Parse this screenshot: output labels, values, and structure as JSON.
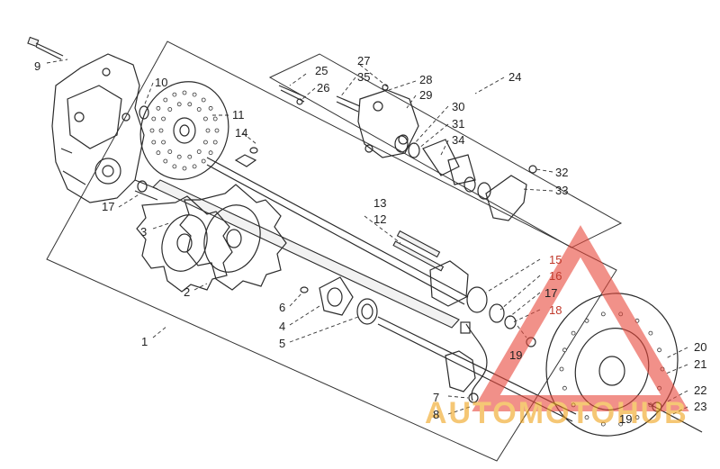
{
  "callouts": [
    {
      "id": "c1",
      "text": "1"
    },
    {
      "id": "c2",
      "text": "2"
    },
    {
      "id": "c3",
      "text": "3"
    },
    {
      "id": "c4",
      "text": "4"
    },
    {
      "id": "c5",
      "text": "5"
    },
    {
      "id": "c6",
      "text": "6"
    },
    {
      "id": "c7",
      "text": "7"
    },
    {
      "id": "c8",
      "text": "8"
    },
    {
      "id": "c9",
      "text": "9"
    },
    {
      "id": "c10",
      "text": "10"
    },
    {
      "id": "c11",
      "text": "11"
    },
    {
      "id": "c12",
      "text": "12"
    },
    {
      "id": "c13",
      "text": "13"
    },
    {
      "id": "c14",
      "text": "14"
    },
    {
      "id": "c15",
      "text": "15"
    },
    {
      "id": "c16",
      "text": "16"
    },
    {
      "id": "c17",
      "text": "17"
    },
    {
      "id": "c17b",
      "text": "17"
    },
    {
      "id": "c18",
      "text": "18"
    },
    {
      "id": "c19a",
      "text": "19"
    },
    {
      "id": "c19b",
      "text": "19"
    },
    {
      "id": "c20",
      "text": "20"
    },
    {
      "id": "c21",
      "text": "21"
    },
    {
      "id": "c22",
      "text": "22"
    },
    {
      "id": "c23",
      "text": "23"
    },
    {
      "id": "c24",
      "text": "24"
    },
    {
      "id": "c25",
      "text": "25"
    },
    {
      "id": "c26",
      "text": "26"
    },
    {
      "id": "c27",
      "text": "27"
    },
    {
      "id": "c28",
      "text": "28"
    },
    {
      "id": "c29",
      "text": "29"
    },
    {
      "id": "c30",
      "text": "30"
    },
    {
      "id": "c31",
      "text": "31"
    },
    {
      "id": "c32",
      "text": "32"
    },
    {
      "id": "c33",
      "text": "33"
    },
    {
      "id": "c34",
      "text": "34"
    },
    {
      "id": "c35",
      "text": "35"
    }
  ],
  "watermark": {
    "text": "AUTOMOTOHUB",
    "accent": "#e8483b",
    "word_color": "#f0a21a"
  },
  "colors": {
    "line": "#2b2b2b",
    "background": "#ffffff"
  }
}
